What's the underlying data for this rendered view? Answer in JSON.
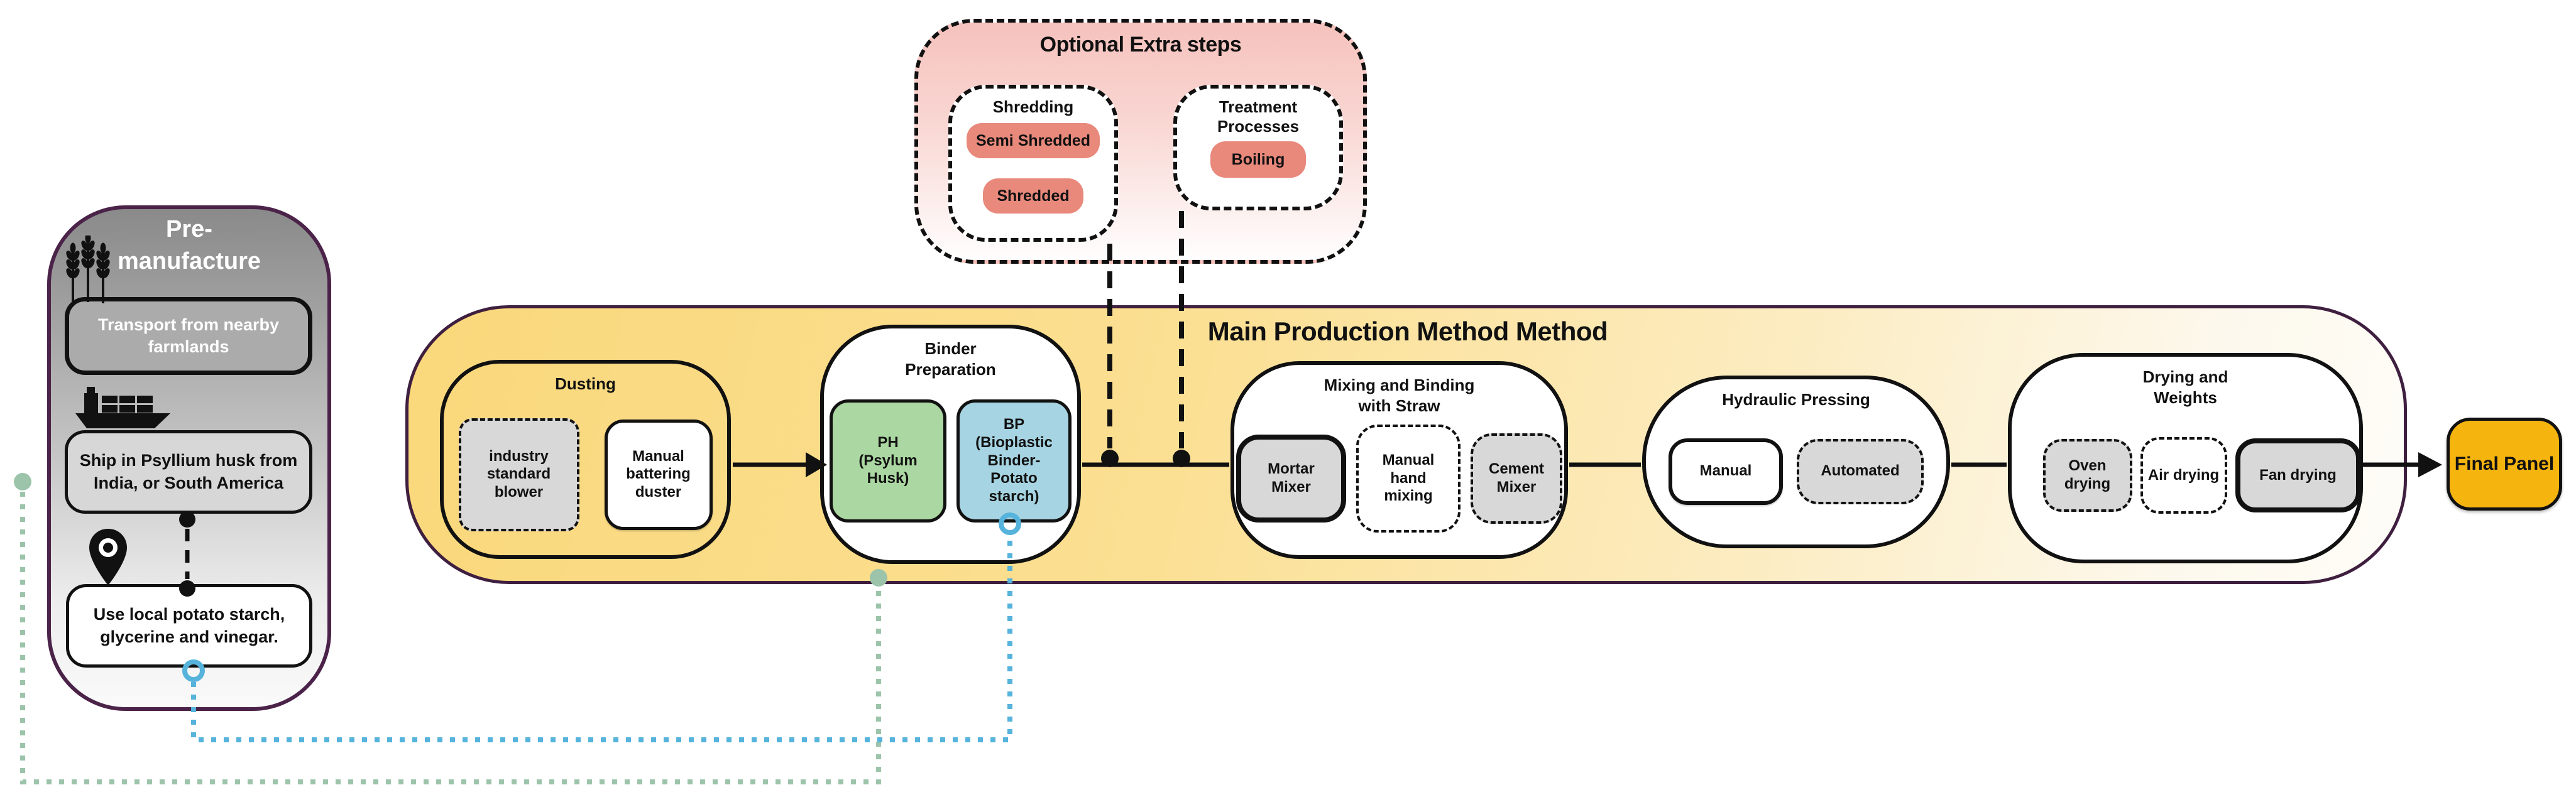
{
  "pre_manufacture": {
    "title_line1": "Pre-",
    "title_line2": "manufacture",
    "transport": "Transport from nearby farmlands",
    "ship": "Ship in Psyllium husk from India, or South America",
    "local_binder": "Use local potato starch, glycerine and vinegar."
  },
  "optional_panel": {
    "title": "Optional Extra steps",
    "shredding": {
      "title": "Shredding",
      "items": [
        "Semi Shredded",
        "Shredded"
      ]
    },
    "treatment": {
      "title": "Treatment Processes",
      "items": [
        "Boiling"
      ]
    }
  },
  "main_flow": {
    "title": "Main Production Method Method",
    "sections": [
      {
        "title": "Dusting",
        "options": [
          {
            "label": "industry standard blower"
          },
          {
            "label": "Manual battering duster"
          }
        ]
      },
      {
        "title": "Binder Preparation",
        "options": [
          {
            "label": "PH (Psylum Husk)"
          },
          {
            "label": "BP (Bioplastic Binder- Potato starch)"
          }
        ]
      },
      {
        "title": "Mixing and Binding with Straw",
        "options": [
          {
            "label": "Mortar Mixer"
          },
          {
            "label": "Manual hand mixing"
          },
          {
            "label": "Cement Mixer"
          }
        ]
      },
      {
        "title": "Hydraulic Pressing",
        "options": [
          {
            "label": "Manual"
          },
          {
            "label": "Automated"
          }
        ]
      },
      {
        "title": "Drying and Weights",
        "options": [
          {
            "label": "Oven drying"
          },
          {
            "label": "Air drying"
          },
          {
            "label": "Fan drying"
          }
        ]
      }
    ]
  },
  "final_panel": {
    "label": "Final Panel"
  },
  "colors": {
    "salmon": "#e8897c",
    "green": "#abd8a2",
    "blue": "#a6d4e2",
    "amber": "#f5b40e",
    "connector_sage": "#9cc4aa",
    "connector_sky": "#56b3dc",
    "purple_border": "#3f1f3f"
  }
}
